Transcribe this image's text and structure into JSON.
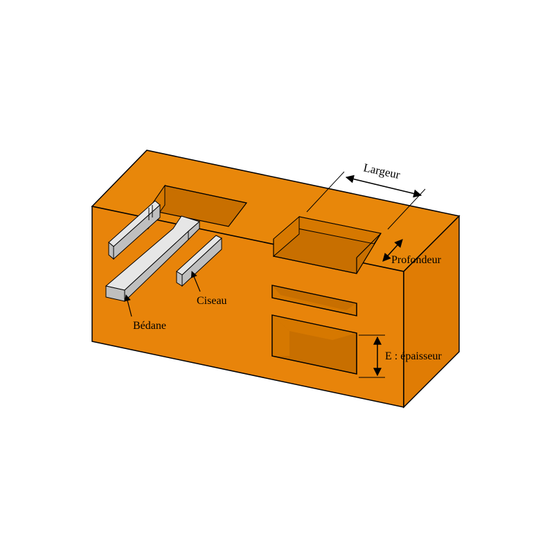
{
  "colors": {
    "wood_front": "#E8840A",
    "wood_top": "#E8870A",
    "wood_side": "#E07C04",
    "cavity_floor": "#C86F00",
    "cavity_wall": "#D67800",
    "tool_light": "#E6E6E6",
    "tool_shade": "#BFBFBF",
    "outline": "#000000"
  },
  "labels": {
    "largeur": "Largeur",
    "profondeur": "Profondeur",
    "epaisseur": "E : épaisseur",
    "ciseau": "Ciseau",
    "bedane": "Bédane"
  }
}
